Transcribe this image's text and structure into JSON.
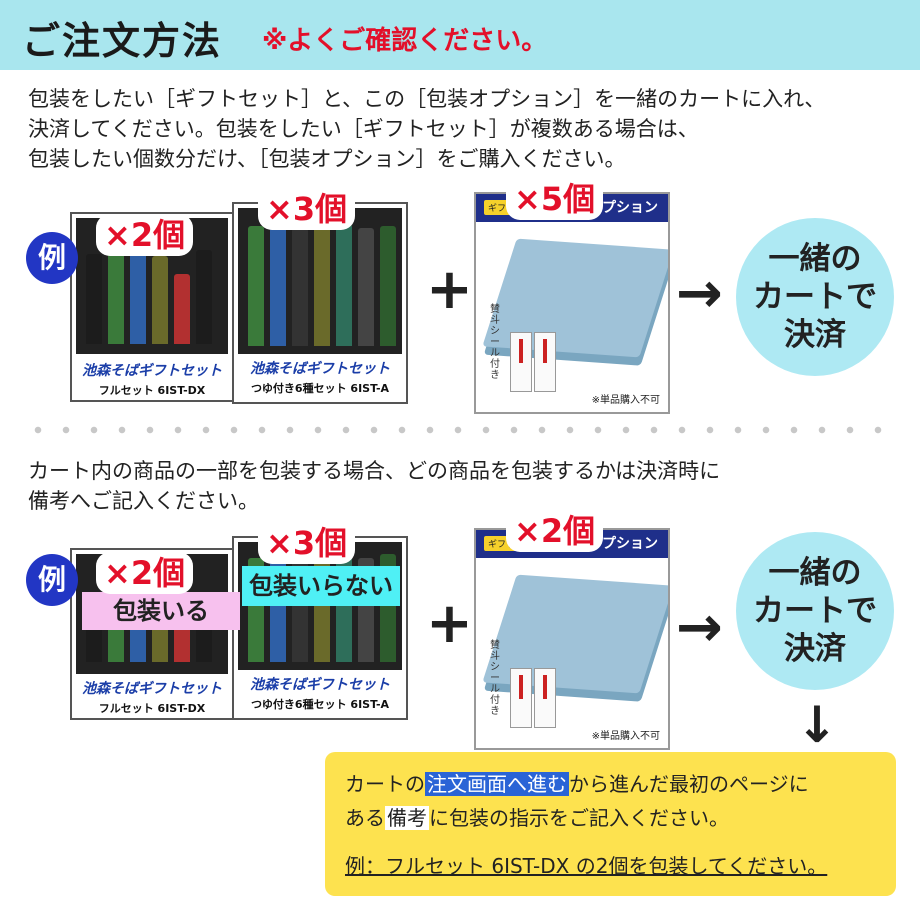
{
  "header": {
    "title": "ご注文方法",
    "note": "※よくご確認ください。"
  },
  "section1": {
    "lines": [
      "包装をしたい［ギフトセット］と、この［包装オプション］を一緒のカートに入れ、",
      "決済してください。包装をしたい［ギフトセット］が複数ある場合は、",
      "包装したい個数分だけ、［包装オプション］をご購入ください。"
    ],
    "example_label": "例",
    "product_dx": {
      "badge": "×2個",
      "brand": "池森そばギフトセット",
      "sub": "フルセット 6IST-DX"
    },
    "product_a": {
      "badge": "×3個",
      "brand": "池森そばギフトセット",
      "sub": "つゆ付き6種セット 6IST-A"
    },
    "plus": "+",
    "option": {
      "badge": "×5個",
      "tag": "ギフトセット専用",
      "title": "包装オプション",
      "seal_label": "賛斗シール付き",
      "note": "※単品購入不可"
    },
    "arrow": "→",
    "cart": [
      "一緒の",
      "カートで",
      "決済"
    ]
  },
  "section2": {
    "lines": [
      "カート内の商品の一部を包装する場合、どの商品を包装するかは決済時に",
      "備考へご記入ください。"
    ],
    "example_label": "例",
    "product_dx": {
      "badge": "×2個",
      "label": "包装いる",
      "brand": "池森そばギフトセット",
      "sub": "フルセット 6IST-DX"
    },
    "product_a": {
      "badge": "×3個",
      "label": "包装いらない",
      "brand": "池森そばギフトセット",
      "sub": "つゆ付き6種セット 6IST-A"
    },
    "plus": "+",
    "option": {
      "badge": "×2個",
      "tag": "ギフトセット専用",
      "title": "包装オプション",
      "seal_label": "賛斗シール付き",
      "note": "※単品購入不可"
    },
    "arrow": "→",
    "cart": [
      "一緒の",
      "カートで",
      "決済"
    ],
    "down_arrow": "↓"
  },
  "instruction": {
    "line1_pre": "カートの",
    "line1_highlight": "注文画面へ進む",
    "line1_post": "から進んだ最初のページに",
    "line2_pre": "ある",
    "line2_highlight": "備考",
    "line2_post": "に包装の指示をご記入ください。",
    "example": "例：フルセット 6IST-DX の2個を包装してください。"
  },
  "colors": {
    "header_bg": "#a9e6ee",
    "accent_red": "#e3102a",
    "example_blue": "#2236c4",
    "circle_bg": "#aee9f3",
    "instruction_bg": "#fde24f",
    "label_pink": "#f7c1ee",
    "label_cyan": "#4ff0f5"
  }
}
